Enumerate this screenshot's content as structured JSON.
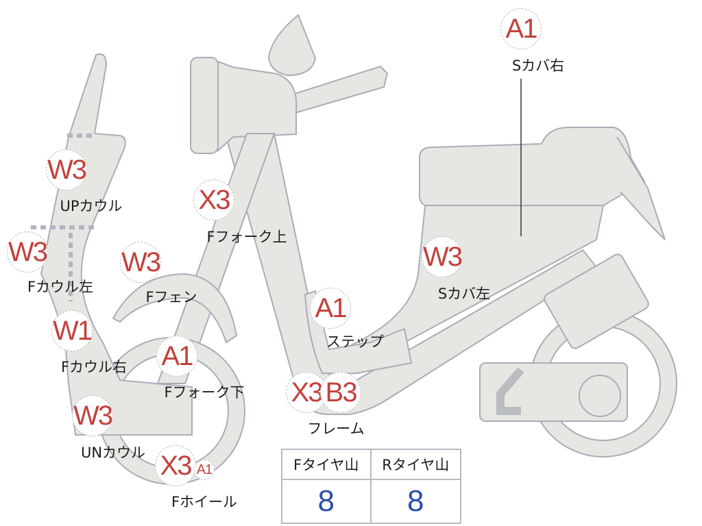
{
  "parts": [
    {
      "id": "s-cover-right",
      "grade": "A1",
      "label": "Sカバ右"
    },
    {
      "id": "up-cowl",
      "grade": "W3",
      "label": "UPカウル"
    },
    {
      "id": "f-cowl-left",
      "grade": "W3",
      "label": "Fカウル左"
    },
    {
      "id": "f-fender",
      "grade": "W3",
      "label": "Fフェン"
    },
    {
      "id": "f-fork-upper",
      "grade": "X3",
      "label": "Fフォーク上"
    },
    {
      "id": "s-cover-left",
      "grade": "W3",
      "label": "Sカバ左"
    },
    {
      "id": "step",
      "grade": "A1",
      "label": "ステップ"
    },
    {
      "id": "f-cowl-right",
      "grade": "W1",
      "label": "Fカウル右"
    },
    {
      "id": "f-fork-lower",
      "grade": "A1",
      "label": "Fフォーク下"
    },
    {
      "id": "un-cowl",
      "grade": "W3",
      "label": "UNカウル"
    },
    {
      "id": "frame",
      "grades": [
        "X3",
        "B3"
      ],
      "label": "フレーム"
    },
    {
      "id": "f-wheel",
      "grades": [
        "X3",
        "A1"
      ],
      "label": "Fホイール"
    }
  ],
  "tire_table": {
    "headers": [
      "Fタイヤ山",
      "Rタイヤ山"
    ],
    "values": [
      "8",
      "8"
    ]
  },
  "colors": {
    "grade": "#c2413b",
    "value": "#2a4fa8",
    "body": "#e6e6e2",
    "outline": "#a8adb8"
  }
}
